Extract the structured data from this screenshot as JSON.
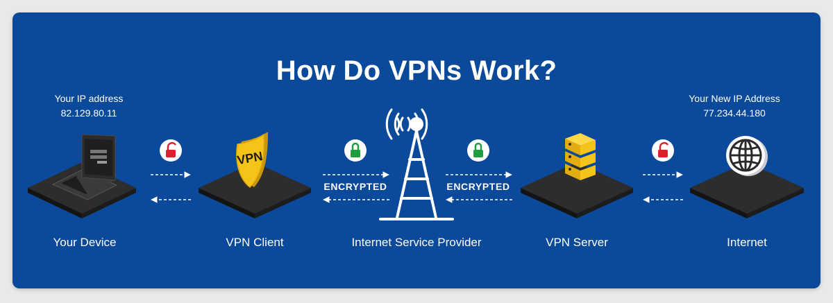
{
  "title": "How Do VPNs Work?",
  "colors": {
    "background": "#0b4a9b",
    "platform": "#2a2a2a",
    "unlocked": "#d9212e",
    "locked": "#1f9d3f",
    "shield": "#f6c318",
    "server": "#f6c318"
  },
  "left_ip": {
    "label": "Your IP address",
    "value": "82.129.80.11"
  },
  "right_ip": {
    "label": "Your New IP Address",
    "value": "77.234.44.180"
  },
  "nodes": [
    {
      "label": "Your Device",
      "icon": "laptop-icon"
    },
    {
      "label": "VPN Client",
      "icon": "vpn-shield-icon",
      "badge": "VPN"
    },
    {
      "label": "Internet Service Provider",
      "icon": "radio-tower-icon"
    },
    {
      "label": "VPN Server",
      "icon": "server-rack-icon"
    },
    {
      "label": "Internet",
      "icon": "globe-icon"
    }
  ],
  "links": [
    {
      "lock": "unlocked-padlock-icon",
      "label": ""
    },
    {
      "lock": "locked-padlock-icon",
      "label": "ENCRYPTED"
    },
    {
      "lock": "locked-padlock-icon",
      "label": "ENCRYPTED"
    },
    {
      "lock": "unlocked-padlock-icon",
      "label": ""
    }
  ]
}
